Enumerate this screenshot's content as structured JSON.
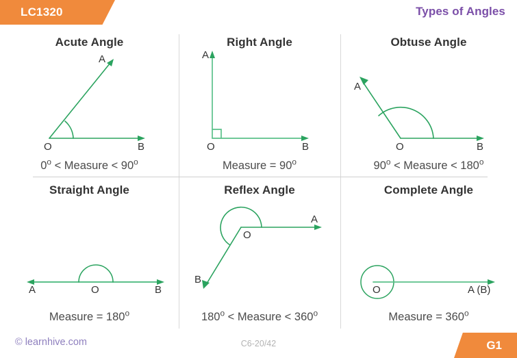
{
  "header": {
    "tag_label": "LC1320",
    "title": "Types of Angles",
    "tag_color": "#F08A3C",
    "title_color": "#7B4FA8"
  },
  "footer": {
    "copyright": "© learnhive.com",
    "page_code": "C6-20/42",
    "tag_label": "G1"
  },
  "figure_color": "#2BA35F",
  "panels": [
    {
      "title": "Acute Angle",
      "caption": "0° < Measure < 90°",
      "caption_parts": {
        "prefix": "0",
        "mid": " < Measure < 90",
        "suffix": ""
      },
      "vertex_label": "O",
      "ray_labels": [
        "A",
        "B"
      ],
      "angle_degrees": "0-90"
    },
    {
      "title": "Right Angle",
      "caption": "Measure = 90°",
      "vertex_label": "O",
      "ray_labels": [
        "A",
        "B"
      ],
      "angle_degrees": "90"
    },
    {
      "title": "Obtuse Angle",
      "caption": "90° < Measure < 180°",
      "vertex_label": "O",
      "ray_labels": [
        "A",
        "B"
      ],
      "angle_degrees": "90-180"
    },
    {
      "title": "Straight Angle",
      "caption": "Measure = 180°",
      "vertex_label": "O",
      "ray_labels": [
        "A",
        "B"
      ],
      "angle_degrees": "180"
    },
    {
      "title": "Reflex Angle",
      "caption": "180° < Measure < 360°",
      "vertex_label": "O",
      "ray_labels": [
        "A",
        "B"
      ],
      "angle_degrees": "180-360"
    },
    {
      "title": "Complete Angle",
      "caption": "Measure = 360°",
      "vertex_label": "O",
      "ray_labels": [
        "A (B)"
      ],
      "angle_degrees": "360"
    }
  ]
}
